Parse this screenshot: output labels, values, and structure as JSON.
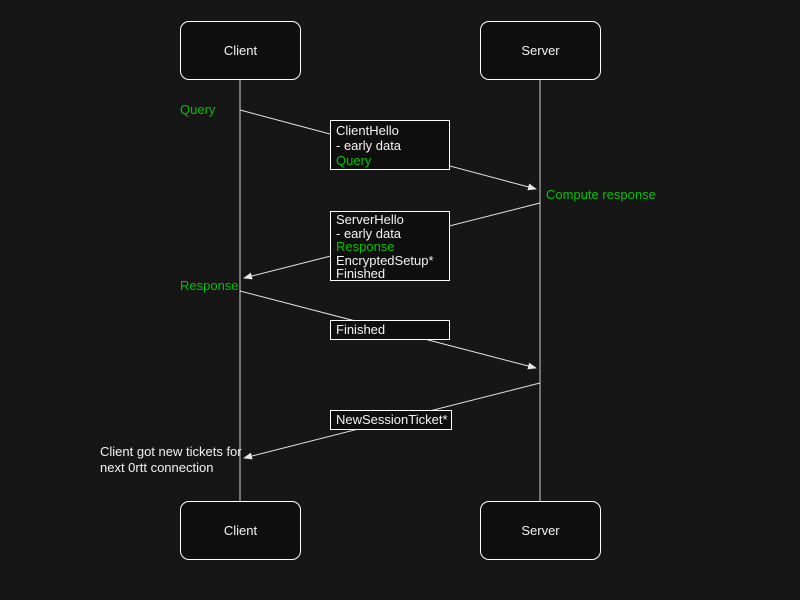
{
  "colors": {
    "background": "#161616",
    "box_fill": "#0f0f0f",
    "box_border": "#ffffff",
    "text": "#f2f2f2",
    "accent_green": "#00c300",
    "line": "#e6e6e6"
  },
  "actors": {
    "client": "Client",
    "server": "Server"
  },
  "annotations": {
    "query": "Query",
    "compute_response": "Compute response",
    "response": "Response",
    "note": {
      "line1": "Client got new tickets for",
      "line2": "next 0rtt connection"
    }
  },
  "messages": {
    "client_hello": {
      "lines": [
        "ClientHello",
        "- early data",
        "Query"
      ]
    },
    "server_hello": {
      "lines": [
        "ServerHello",
        "- early data",
        "Response",
        "EncryptedSetup*",
        "Finished"
      ]
    },
    "finished": {
      "lines": [
        "Finished"
      ]
    },
    "new_session_ticket": {
      "lines": [
        "NewSessionTicket*"
      ]
    }
  }
}
